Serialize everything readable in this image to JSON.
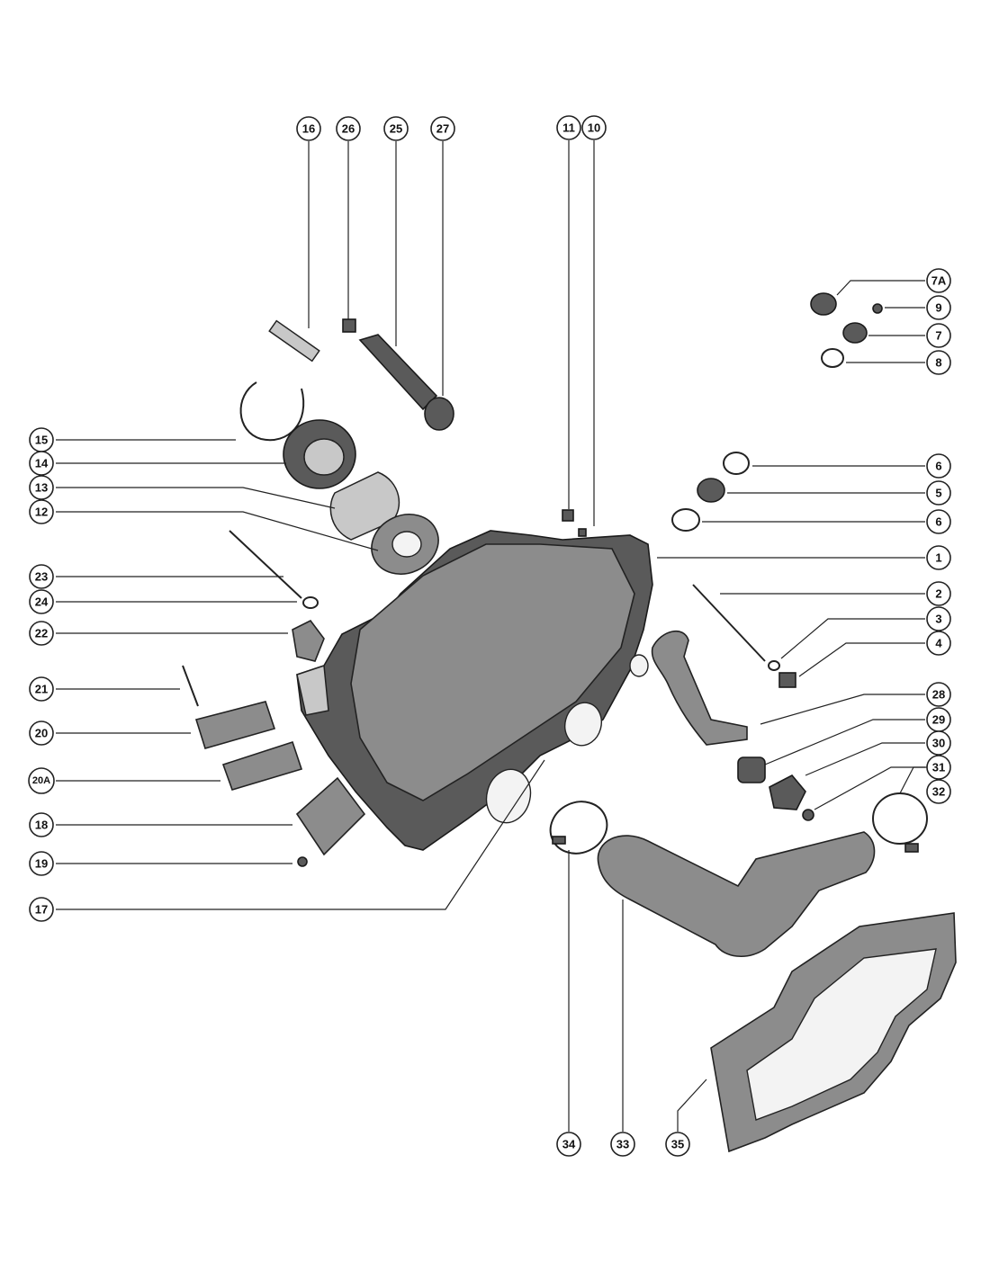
{
  "callouts": {
    "c16": "16",
    "c26": "26",
    "c25": "25",
    "c27": "27",
    "c11": "11",
    "c10": "10",
    "c7A": "7A",
    "c9": "9",
    "c7": "7",
    "c8": "8",
    "c6a": "6",
    "c5": "5",
    "c6b": "6",
    "c1": "1",
    "c2": "2",
    "c3": "3",
    "c4": "4",
    "c28": "28",
    "c29": "29",
    "c30": "30",
    "c31": "31",
    "c32": "32",
    "c15": "15",
    "c14": "14",
    "c13": "13",
    "c12": "12",
    "c23": "23",
    "c24": "24",
    "c22": "22",
    "c21": "21",
    "c20": "20",
    "c20A": "20A",
    "c18": "18",
    "c19": "19",
    "c17": "17",
    "c34": "34",
    "c33": "33",
    "c35": "35"
  }
}
